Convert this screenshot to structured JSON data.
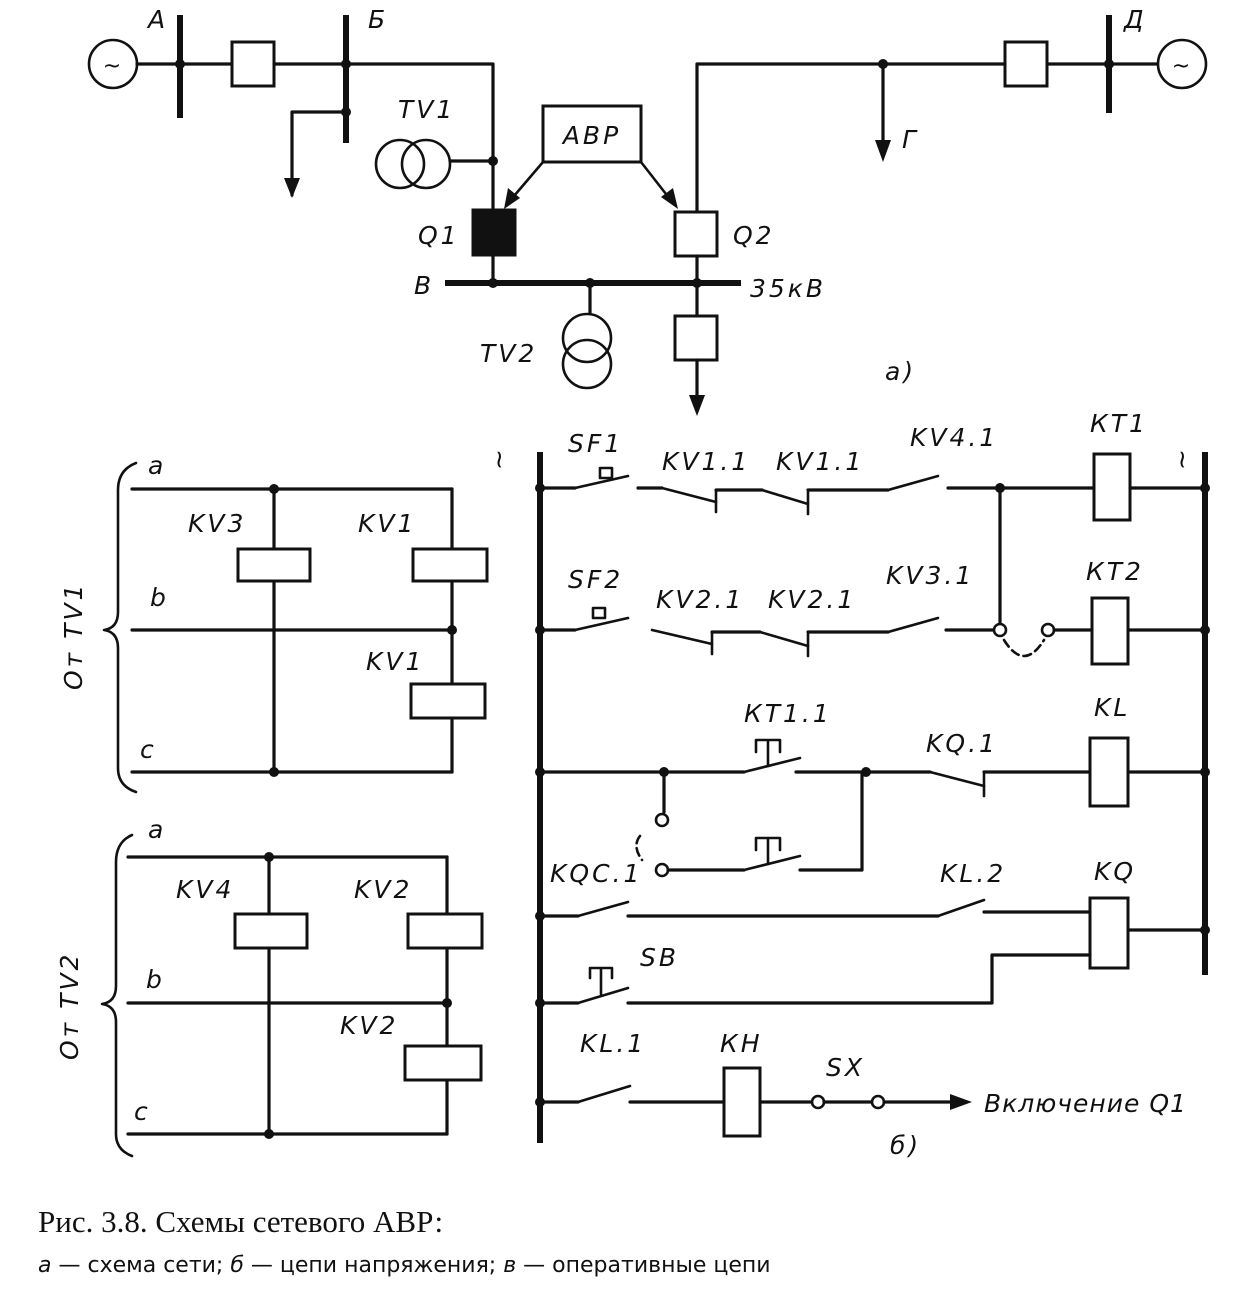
{
  "top_schema": {
    "bus_labels": {
      "a": "А",
      "b": "Б",
      "v": "В",
      "g": "Г",
      "d": "Д"
    },
    "generator_symbol": "~",
    "tv1": "TV1",
    "tv2": "TV2",
    "avr_box": "АВР",
    "q1": "Q1",
    "q2": "Q2",
    "voltage": "35кВ",
    "part_label": "а)"
  },
  "voltage_circuits": {
    "from_tv1": "От TV1",
    "from_tv2": "От TV2",
    "phases": [
      "a",
      "b",
      "c"
    ],
    "relays_tv1": [
      "KV3",
      "KV1",
      "KV1"
    ],
    "relays_tv2": [
      "KV4",
      "KV2",
      "KV2"
    ]
  },
  "operative_circuits": {
    "ac_symbol": "~",
    "sf1": "SF1",
    "sf2": "SF2",
    "kv1_1a": "KV1.1",
    "kv1_1b": "KV1.1",
    "kv4_1": "KV4.1",
    "kt1": "КТ1",
    "kv2_1a": "KV2.1",
    "kv2_1b": "KV2.1",
    "kv3_1": "KV3.1",
    "kt2": "КТ2",
    "kt1_1": "КТ1.1",
    "kq_1": "KQ.1",
    "kl": "KL",
    "kqc_1": "KQC.1",
    "kl_2": "KL.2",
    "kq": "KQ",
    "sb": "SB",
    "kl_1": "KL.1",
    "kh": "КН",
    "sx": "SX",
    "output_label": "Включение Q1",
    "part_label": "б)"
  },
  "caption": {
    "title": "Рис. 3.8. Схемы сетевого АВР:",
    "a_letter": "а",
    "a_text": " — схема сети; ",
    "b_letter": "б",
    "b_text": " — цепи напряжения; ",
    "v_letter": "в",
    "v_text": " — оперативные цепи"
  }
}
